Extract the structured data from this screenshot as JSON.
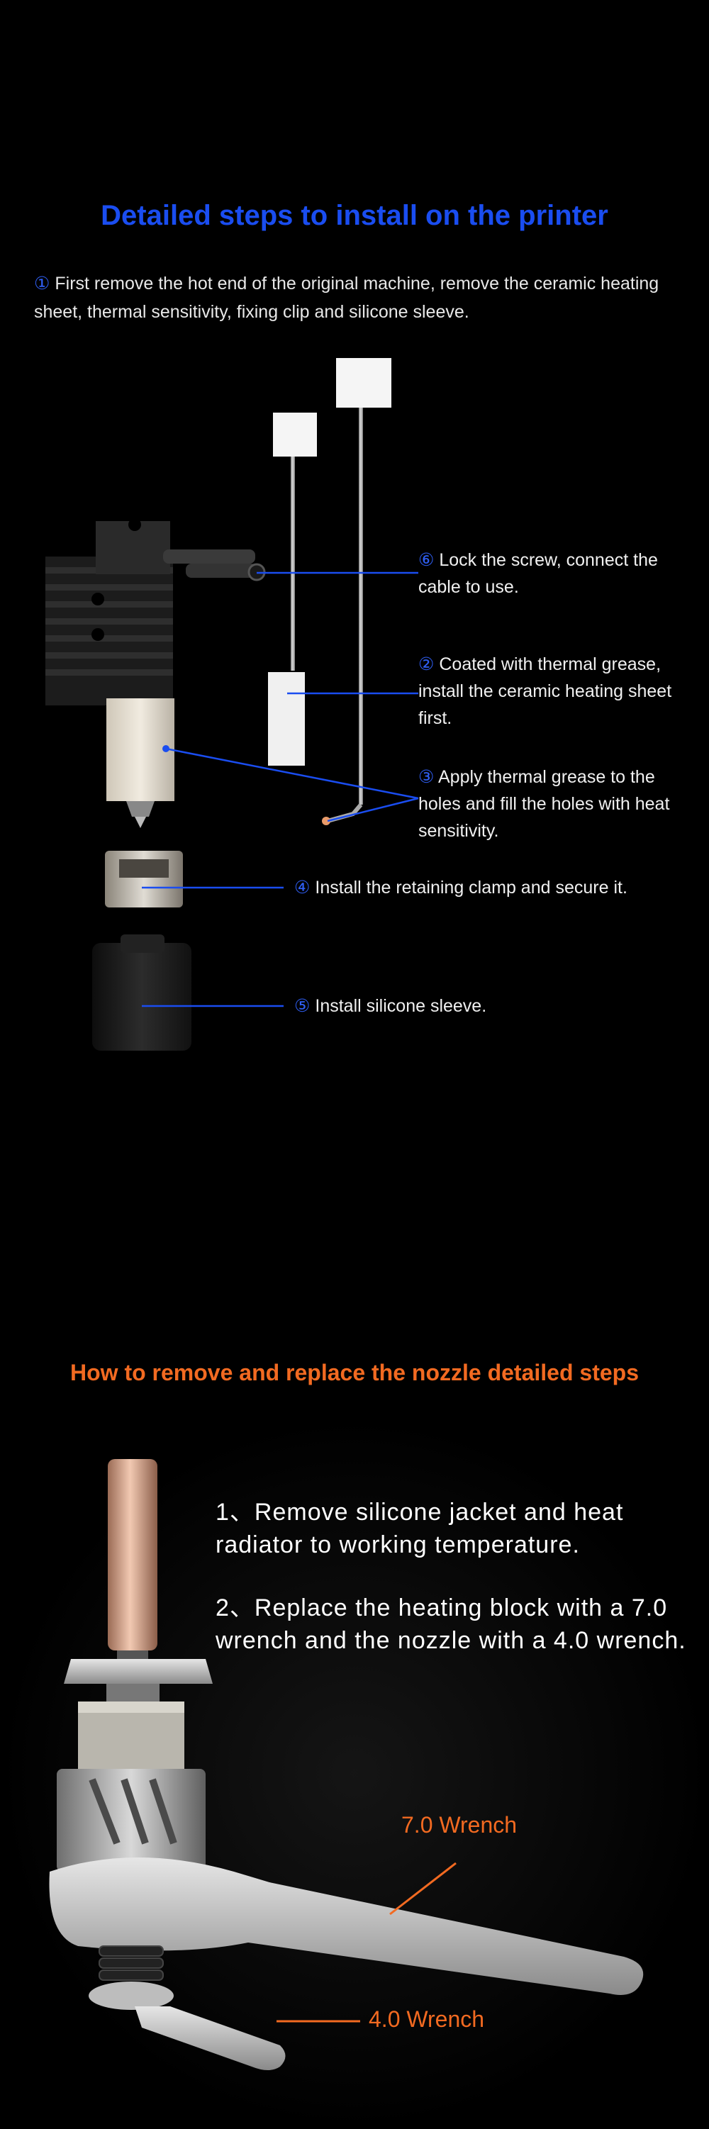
{
  "install": {
    "title": "Detailed steps to install on the printer",
    "intro_mark": "①",
    "intro": "First remove the hot end of the original machine, remove the ceramic heating sheet, thermal sensitivity, fixing clip and silicone sleeve.",
    "callouts": [
      {
        "mark": "⑥",
        "text": "Lock the screw, connect the cable to use."
      },
      {
        "mark": "②",
        "text": "Coated with thermal grease, install the ceramic heating sheet first."
      },
      {
        "mark": "③",
        "text": "Apply thermal grease to the holes and fill the holes with heat sensitivity."
      },
      {
        "mark": "④",
        "text": "Install the retaining clamp and secure it."
      },
      {
        "mark": "⑤",
        "text": "Install silicone sleeve."
      }
    ]
  },
  "nozzle": {
    "title": "How to remove and replace the nozzle detailed steps",
    "steps": [
      "1、Remove silicone jacket and heat radiator to working temperature.",
      "2、Replace the heating block with a 7.0 wrench and the nozzle with a 4.0 wrench."
    ],
    "wrench_labels": [
      "7.0 Wrench",
      "4.0 Wrench"
    ]
  },
  "colors": {
    "accent_blue": "#1a4df0",
    "accent_orange": "#f26a21",
    "background": "#000000"
  }
}
